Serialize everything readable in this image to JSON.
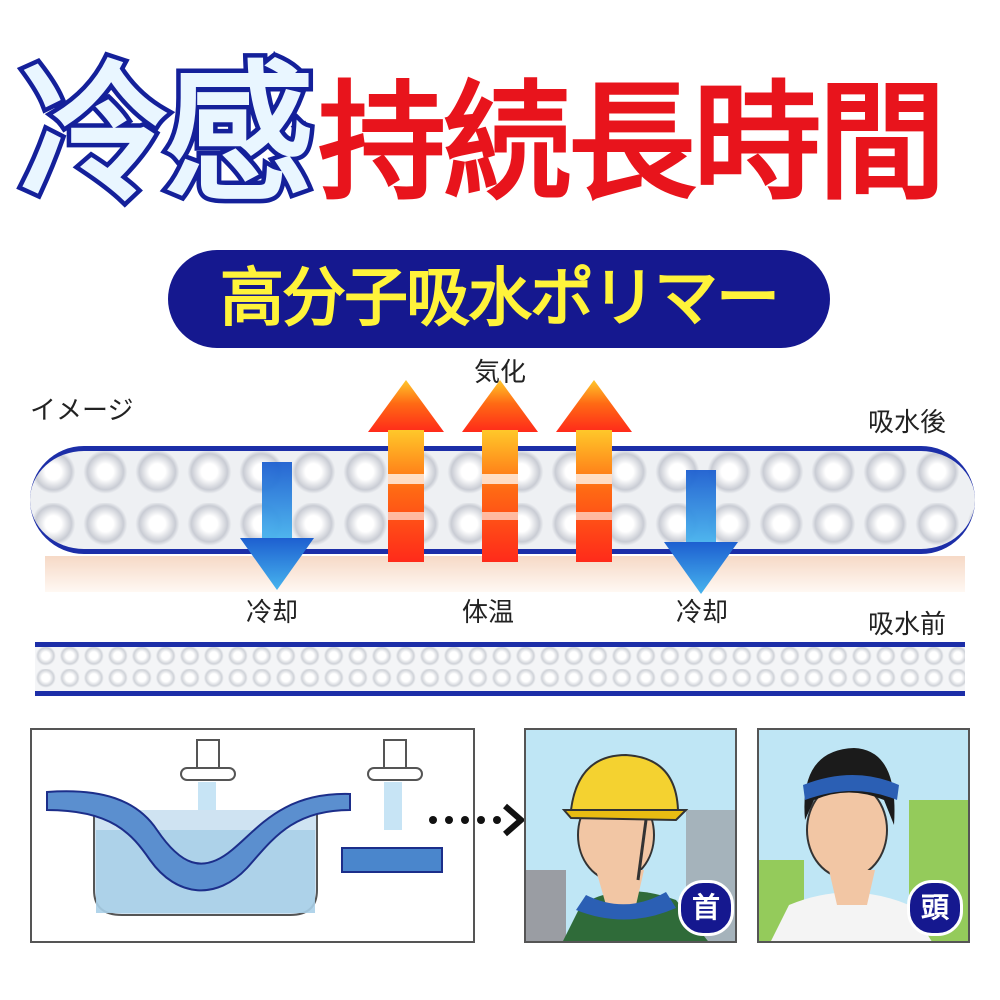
{
  "title": {
    "cool": "冷感",
    "lasting": "持続長時間"
  },
  "subtitle": "高分子吸水ポリマー",
  "diagram": {
    "image_label": "イメージ",
    "evaporation": "気化",
    "after_absorb": "吸水後",
    "before_absorb": "吸水前",
    "cooling_left": "冷却",
    "body_temp": "体温",
    "cooling_right": "冷却"
  },
  "usage": {
    "neck": "首",
    "head": "頭"
  },
  "colors": {
    "title_red": "#e8141c",
    "navy": "#15188f",
    "yellow": "#fff33a",
    "band_blue": "#1c2ea8"
  }
}
